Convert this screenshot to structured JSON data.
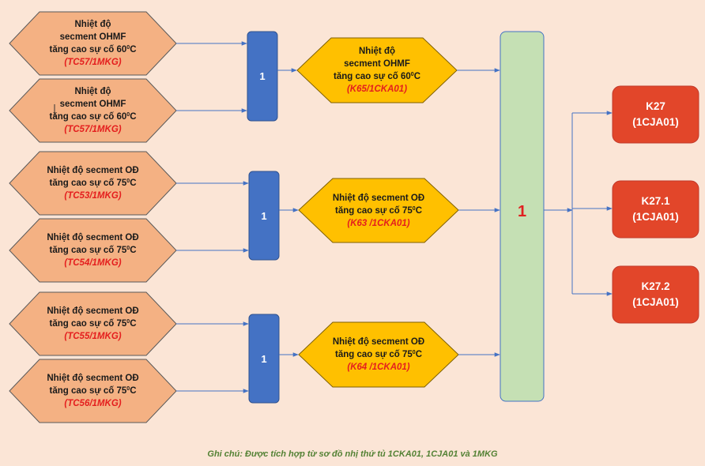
{
  "inputs": [
    {
      "line1": "Nhiệt độ",
      "line2": "secment OHMF",
      "line3": "tăng cao sự cố 60",
      "sup": "0",
      "unit": "C",
      "code": "(TC57/1MKG)"
    },
    {
      "line1": "Nhiệt độ",
      "line2": "secment OHMF",
      "line3": "tăng cao sự cố 60",
      "sup": "0",
      "unit": "C",
      "code": "(TC57/1MKG)"
    },
    {
      "line1": "Nhiệt độ secment OĐ",
      "line2": "",
      "line3": "tăng cao sự cố 75",
      "sup": "0",
      "unit": "C",
      "code": "(TC53/1MKG)"
    },
    {
      "line1": "Nhiệt độ secment OĐ",
      "line2": "",
      "line3": "tăng cao sự cố 75",
      "sup": "0",
      "unit": "C",
      "code": "(TC54/1MKG)"
    },
    {
      "line1": "Nhiệt độ secment OĐ",
      "line2": "",
      "line3": "tăng cao sự cố 75",
      "sup": "0",
      "unit": "C",
      "code": "(TC55/1MKG)"
    },
    {
      "line1": "Nhiệt độ secment OĐ",
      "line2": "",
      "line3": "tăng cao sự cố 75",
      "sup": "0",
      "unit": "C",
      "code": "(TC56/1MKG)"
    }
  ],
  "or_gates": [
    "1",
    "1",
    "1"
  ],
  "signals": [
    {
      "line1": "Nhiệt độ",
      "line2": "secment OHMF",
      "line3": "tăng cao sự cố 60",
      "sup": "0",
      "unit": "C",
      "code": "(K65/1CKA01)"
    },
    {
      "line1": "Nhiệt độ secment OĐ",
      "line2": "",
      "line3": "tăng cao sự cố 75",
      "sup": "0",
      "unit": "C",
      "code": "(K63 /1CKA01)"
    },
    {
      "line1": "Nhiệt độ secment OĐ",
      "line2": "",
      "line3": "tăng cao sự cố 75",
      "sup": "0",
      "unit": "C",
      "code": "(K64 /1CKA01)"
    }
  ],
  "main_gate": "1",
  "outputs": [
    {
      "line1": "K27",
      "line2": "(1CJA01)"
    },
    {
      "line1": "K27.1",
      "line2": "(1CJA01)"
    },
    {
      "line1": "K27.2",
      "line2": "(1CJA01)"
    }
  ],
  "note": "Ghi chú: Được tích hợp từ sơ đồ nhị thứ tủ 1CKA01, 1CJA01 và 1MKG",
  "colors": {
    "background": "#fbe5d6",
    "input_fill": "#f4b183",
    "signal_fill": "#ffc000",
    "or_fill": "#4472c4",
    "main_fill": "#c5e0b4",
    "output_fill": "#e2462a",
    "arrow": "#4472c4",
    "code_text": "#e41e1e",
    "note_text": "#548235"
  }
}
